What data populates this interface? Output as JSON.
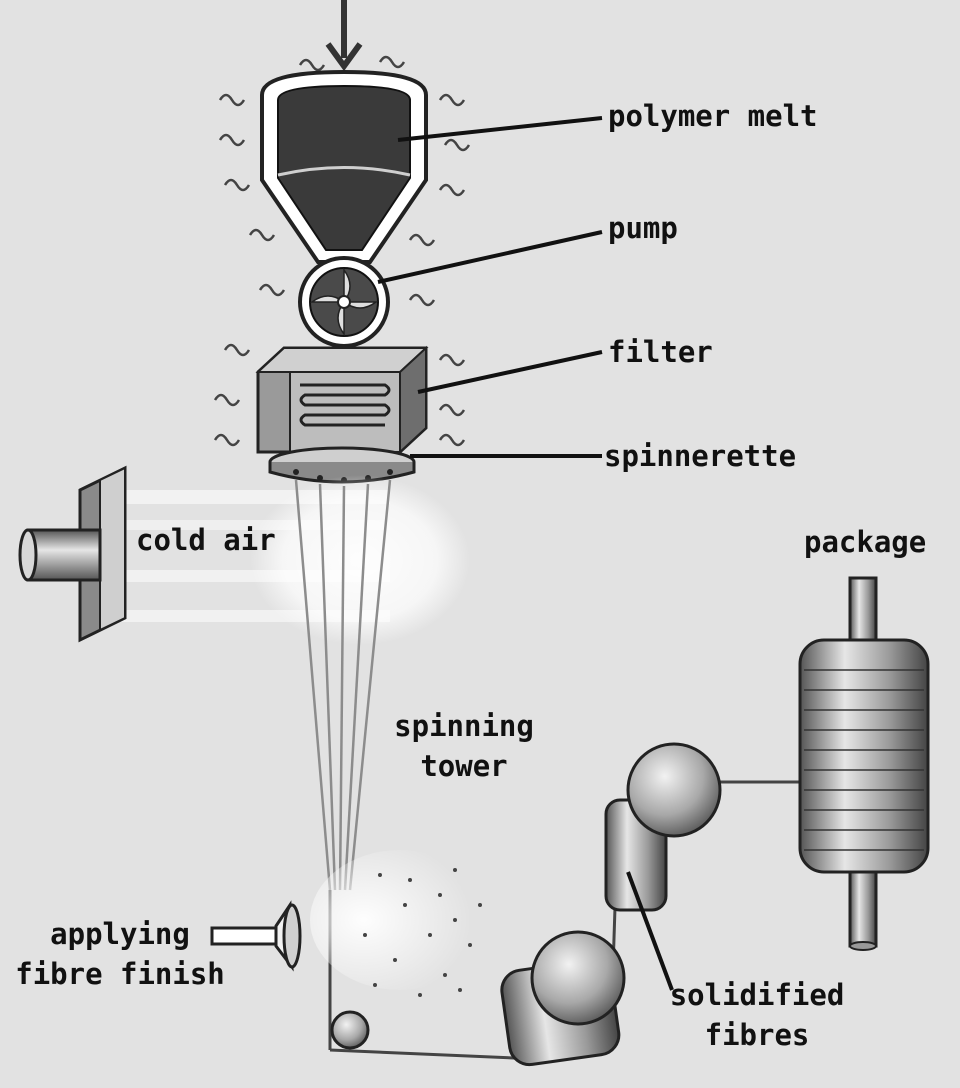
{
  "labels": {
    "polymer_melt": "polymer melt",
    "pump": "pump",
    "filter": "filter",
    "spinnerette": "spinnerette",
    "cold_air": "cold air",
    "package": "package",
    "spinning_tower_line1": "spinning",
    "spinning_tower_line2": "tower",
    "applying_line1": "applying",
    "applying_line2": "fibre finish",
    "solidified_line1": "solidified",
    "solidified_line2": "fibres"
  },
  "colors": {
    "background": "#e2e2e2",
    "hopper": "#3a3a3a",
    "metal_light": "#d6d6d6",
    "metal_dark": "#555555",
    "fibre": "#8c8c8c",
    "air": "#ffffff"
  }
}
